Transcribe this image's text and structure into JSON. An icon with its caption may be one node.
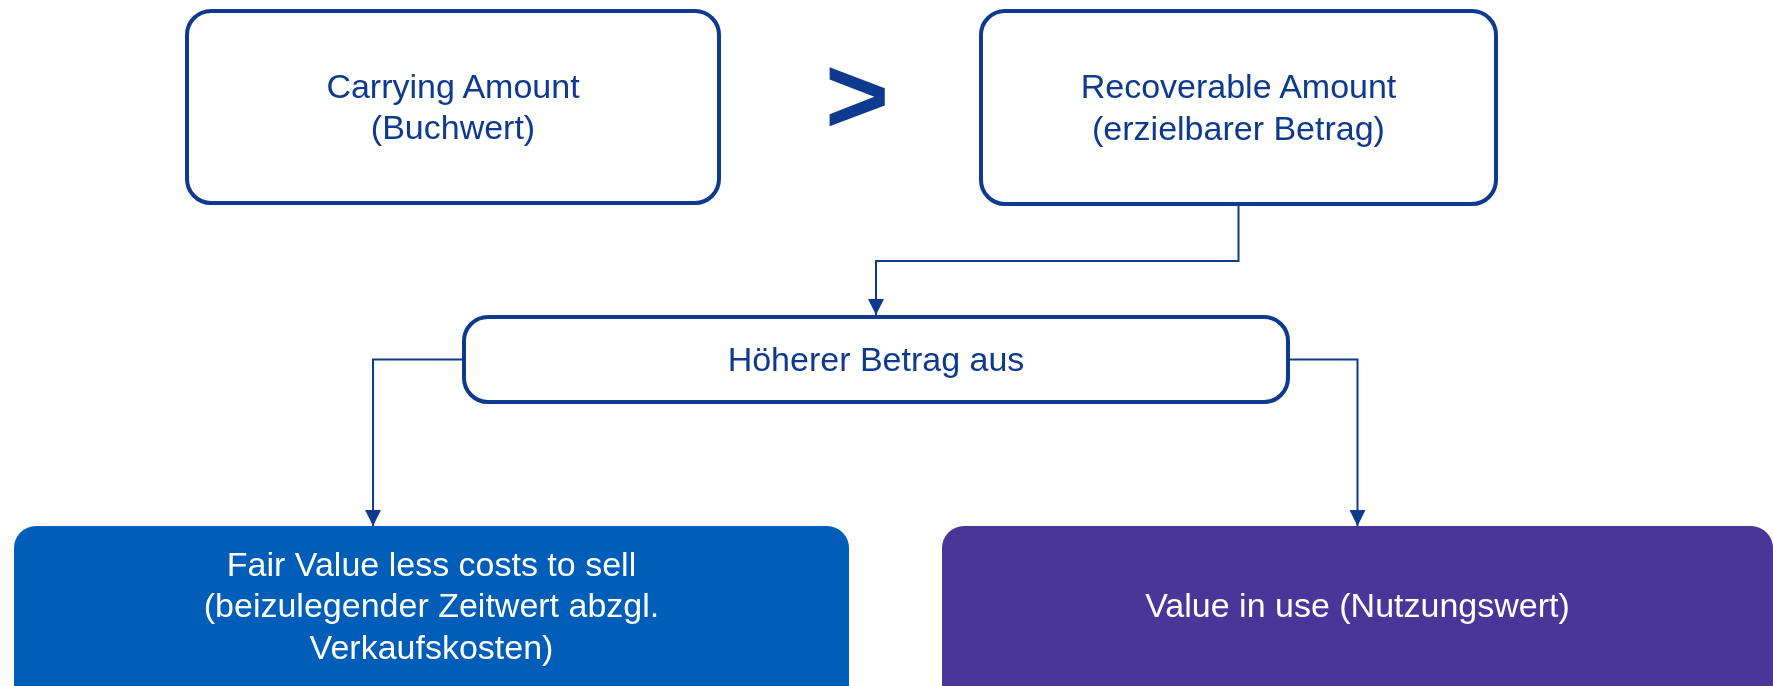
{
  "diagram": {
    "nodes": [
      {
        "text": [
          "Carrying Amount (Buchwert)"
        ]
      },
      {
        "text": [
          "Recoverable Amount (erzielbarer Betrag)"
        ]
      },
      {
        "text": [
          "Höherer Betrag aus"
        ]
      },
      {
        "text": [
          "Fair Value less costs to sell (beizulegender Zeitwert abzgl. Verkaufskosten)"
        ]
      },
      {
        "text": [
          "Value in use (Nutzungswert)"
        ]
      }
    ],
    "edges": [
      {
        "from": 1,
        "to": 2,
        "arrow": "to"
      },
      {
        "from": 2,
        "to": 3,
        "arrow": "to"
      },
      {
        "from": 2,
        "to": 4,
        "arrow": "to"
      }
    ],
    "labels": [
      ">"
    ]
  }
}
